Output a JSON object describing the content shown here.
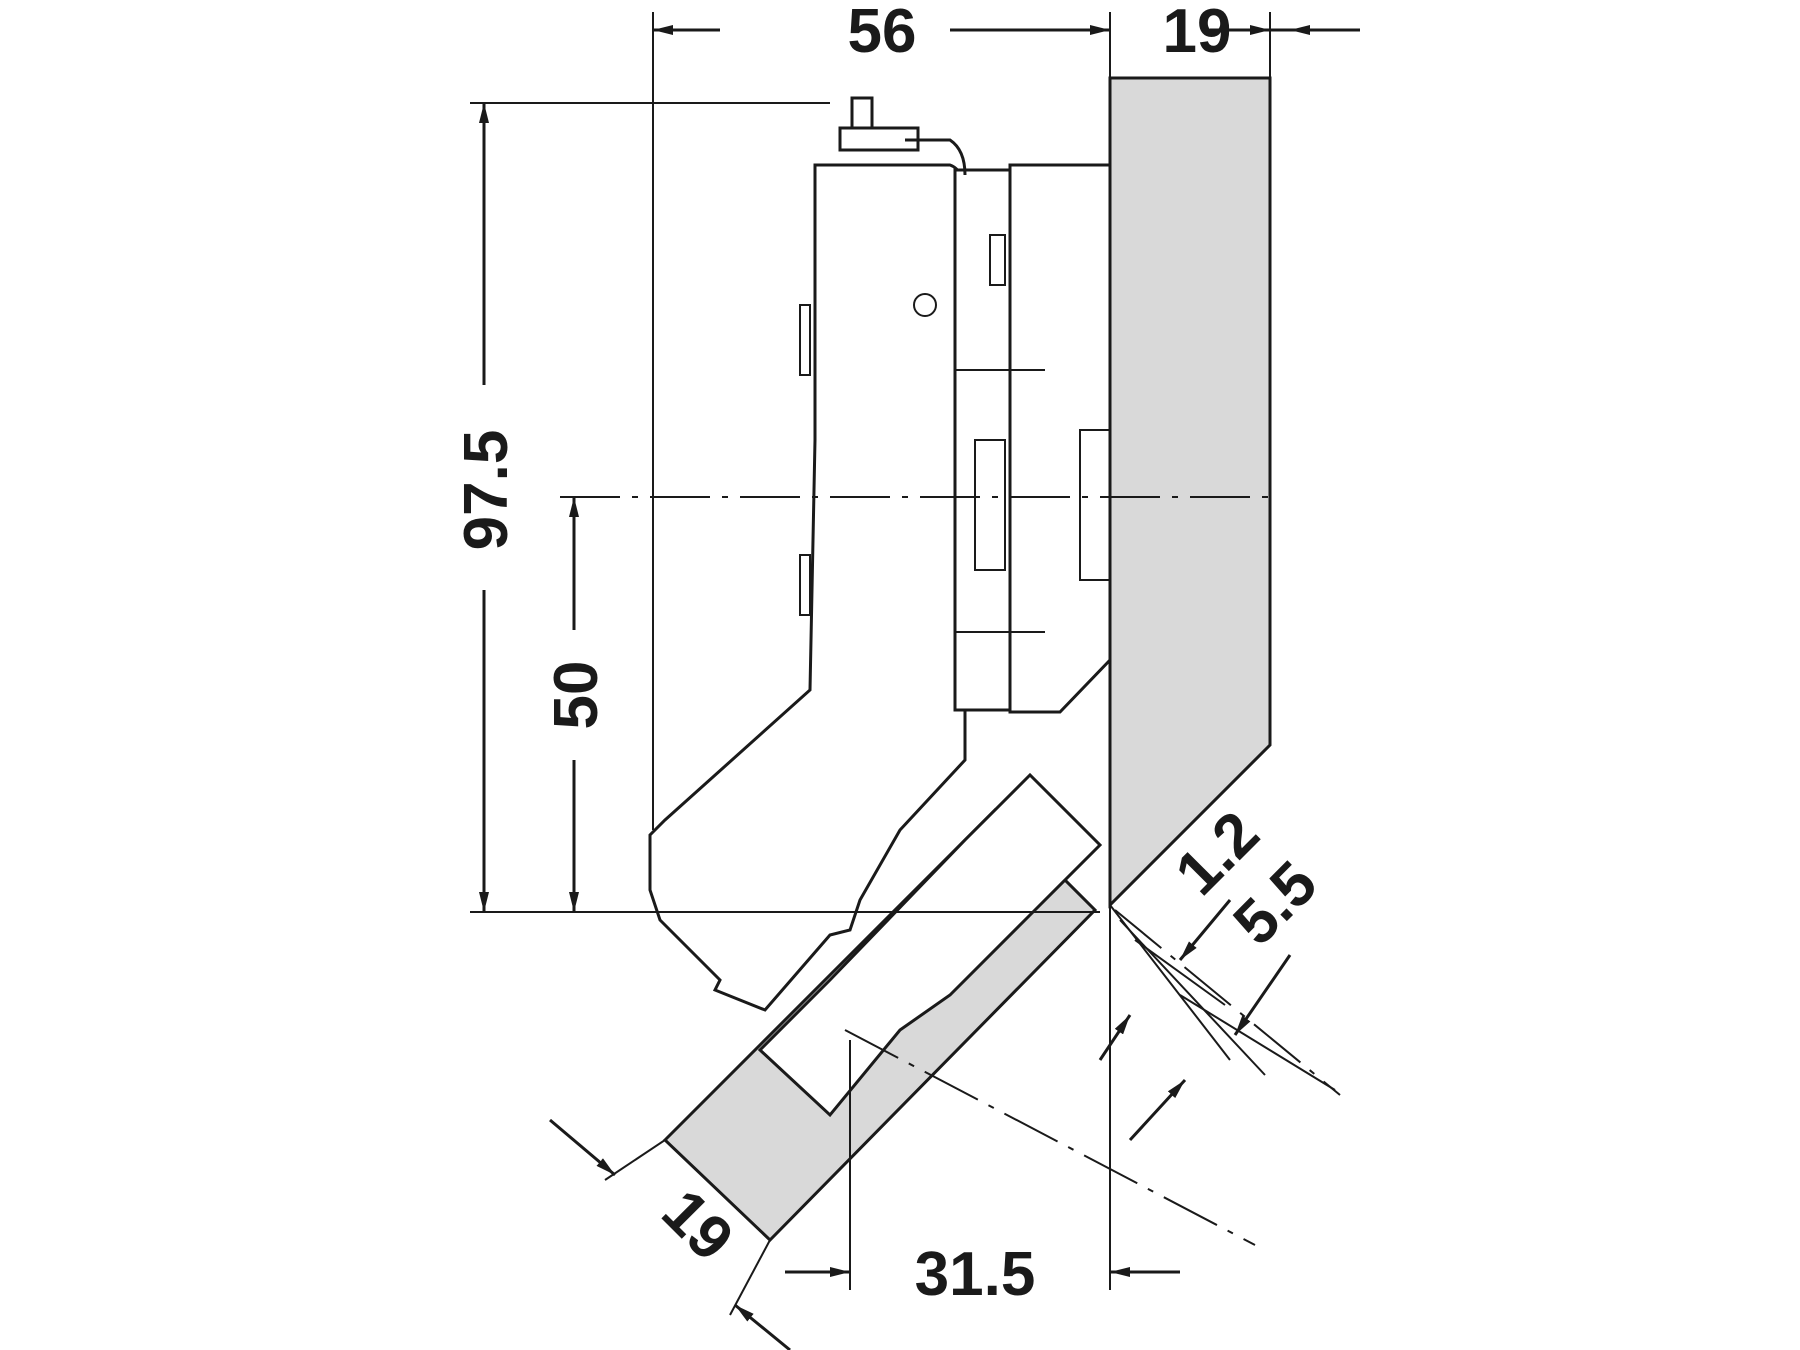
{
  "diagram": {
    "dimensions": {
      "top_width": "56",
      "top_panel": "19",
      "height_total": "97.5",
      "height_center": "50",
      "gap_small": "1.2",
      "gap_large": "5.5",
      "bottom_panel": "19",
      "bottom_offset": "31.5"
    },
    "colors": {
      "line": "#1a1a1a",
      "panel_fill": "#d9d9d9",
      "background": "#ffffff"
    }
  }
}
